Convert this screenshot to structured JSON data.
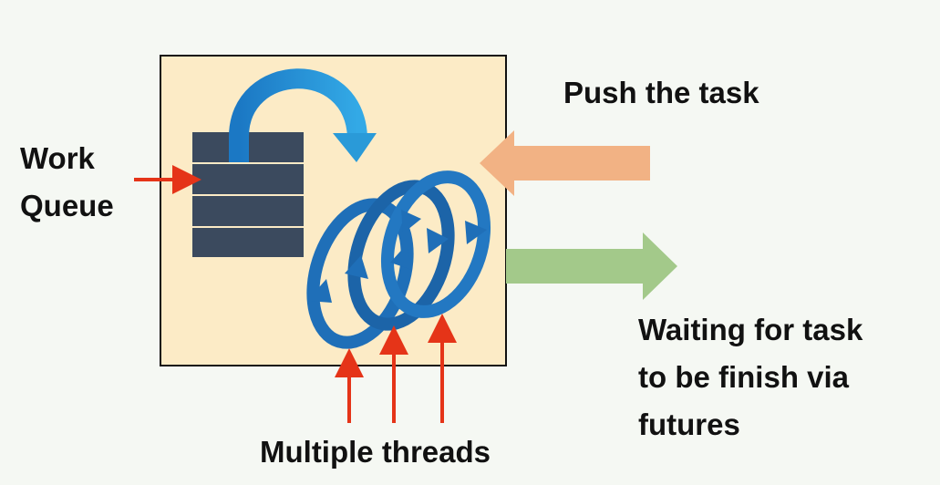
{
  "labels": {
    "work_queue_line1": "Work",
    "work_queue_line2": "Queue",
    "push": "Push the task",
    "waiting_line1": "Waiting for task",
    "waiting_line2": "to be finish via",
    "waiting_line3": "futures",
    "threads": "Multiple threads"
  },
  "colors": {
    "background": "#f5f8f3",
    "pool_fill": "#fcebc6",
    "queue_fill": "#3b4a5e",
    "pointer_red": "#e53418",
    "push_arrow": "#f2b284",
    "future_arrow": "#a3c98a",
    "thread_blue": "#1f6fb8",
    "recycle_blue": "#2a9ad8"
  },
  "icons": {
    "queue": "stack-icon",
    "recycle": "curved-arrow-icon",
    "threads": "circular-arrows-icon"
  }
}
